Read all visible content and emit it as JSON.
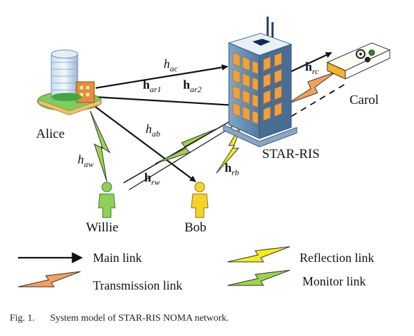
{
  "nodes": {
    "alice": "Alice",
    "star_ris": "STAR-RIS",
    "carol": "Carol",
    "willie": "Willie",
    "bob": "Bob"
  },
  "channels": {
    "h_ac": {
      "main": "h",
      "sub": "ac",
      "bold": false
    },
    "h_ar1": {
      "main": "h",
      "sub": "ar1",
      "bold": true
    },
    "h_ar2": {
      "main": "h",
      "sub": "ar2",
      "bold": true
    },
    "h_rc": {
      "main": "h",
      "sub": "rc",
      "bold": true
    },
    "h_ab": {
      "main": "h",
      "sub": "ab",
      "bold": false
    },
    "h_aw": {
      "main": "h",
      "sub": "aw",
      "bold": false
    },
    "h_rw": {
      "main": "h",
      "sub": "rw",
      "bold": true
    },
    "h_rb": {
      "main": "h",
      "sub": "rb",
      "bold": true
    }
  },
  "legend": {
    "main_link": "Main link",
    "reflection_link": "Reflection  link",
    "transmission_link": "Transmission link",
    "monitor_link": "Monitor  link"
  },
  "link_colors": {
    "main": "#111111",
    "reflection": "#f2ee1a",
    "transmission": "#f5a05a",
    "monitor": "#9bd648"
  },
  "caption": {
    "number": "Fig. 1.",
    "text": "System model of STAR-RIS NOMA network."
  }
}
